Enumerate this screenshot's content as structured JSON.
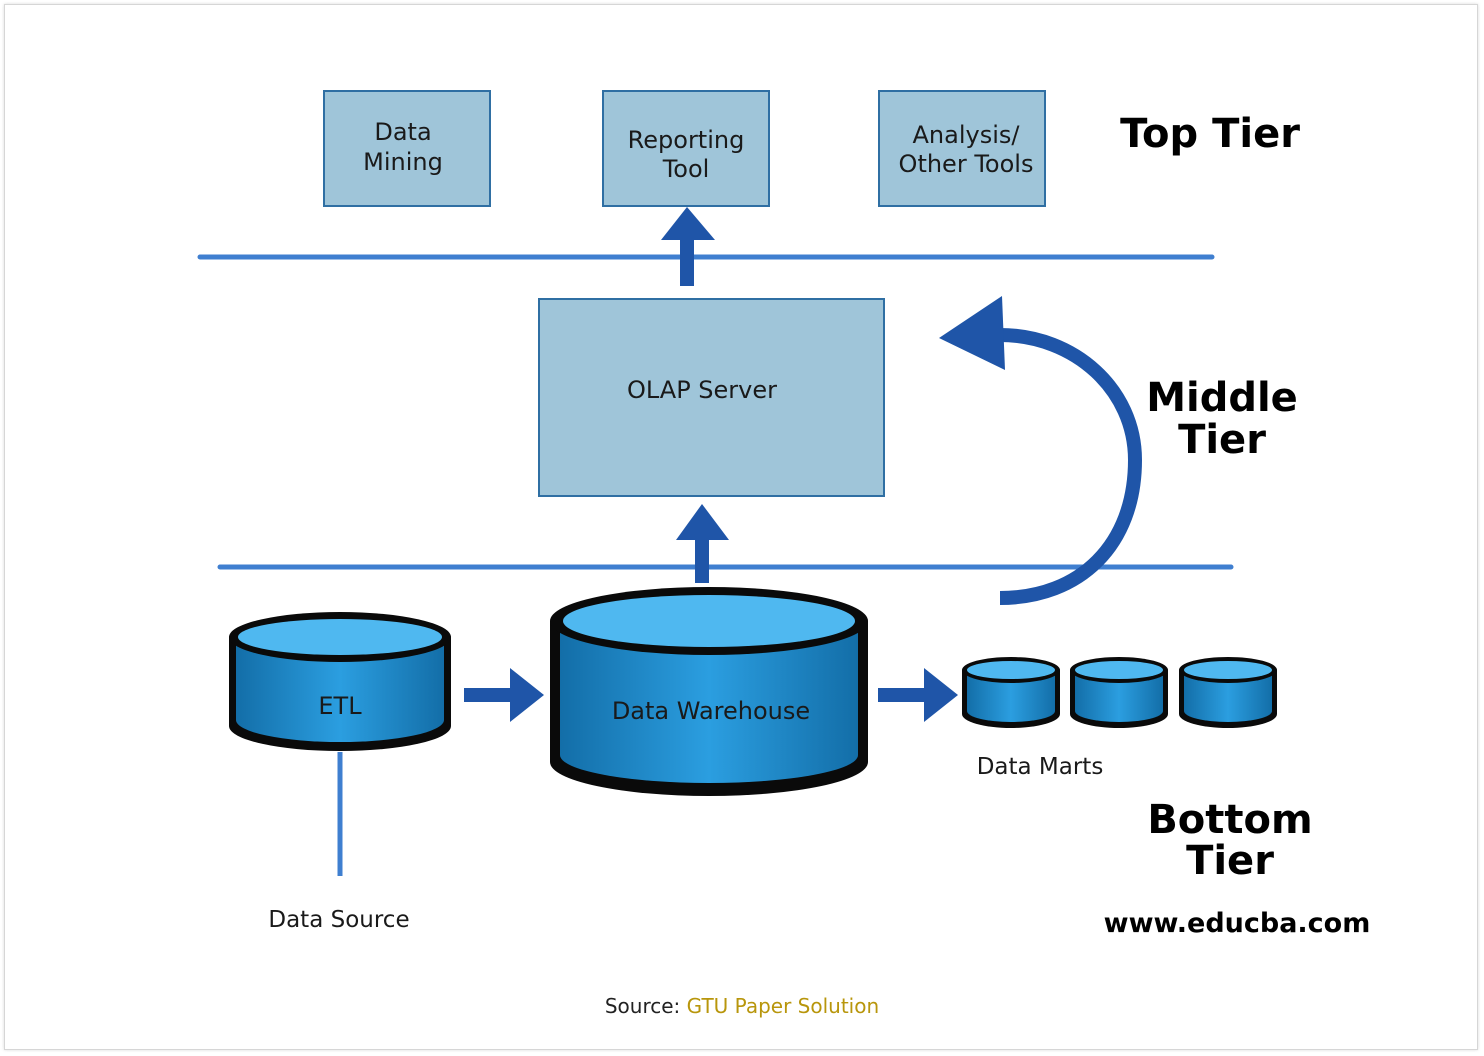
{
  "diagram": {
    "top_tools": {
      "data_mining": [
        "Data",
        "Mining"
      ],
      "reporting_tool": [
        "Reporting",
        "Tool"
      ],
      "analysis_tools": [
        "Analysis/",
        "Other Tools"
      ]
    },
    "olap_server": "OLAP Server",
    "etl": "ETL",
    "data_warehouse": "Data Warehouse",
    "data_marts": "Data Marts",
    "data_source": "Data Source",
    "tiers": {
      "top": "Top Tier",
      "middle": [
        "Middle",
        "Tier"
      ],
      "bottom": [
        "Bottom",
        "Tier"
      ]
    },
    "website": "www.educba.com"
  },
  "caption": {
    "prefix": "Source: ",
    "link_text": "GTU Paper Solution"
  },
  "colors": {
    "box_fill": "#9fc5d9",
    "box_stroke": "#2f6fa3",
    "line": "#3f7fd0",
    "arrow": "#1f55a8",
    "cylinder_top": "#4fb8f0",
    "cylinder_body": "#1c89c9",
    "link": "#b8960c"
  }
}
